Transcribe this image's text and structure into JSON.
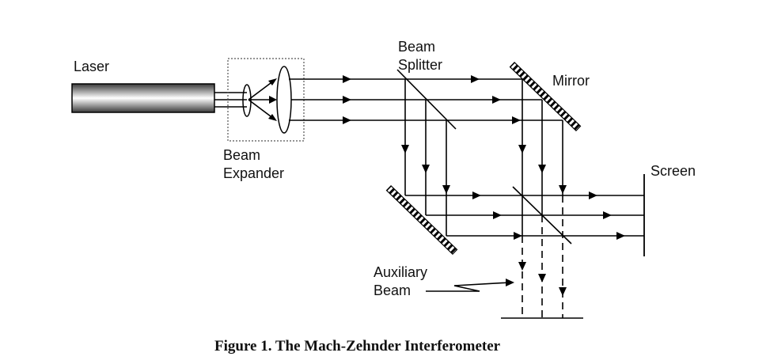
{
  "figure": {
    "caption": "Figure 1.  The Mach-Zehnder Interferometer",
    "labels": {
      "laser": "Laser",
      "beam_expander_line1": "Beam",
      "beam_expander_line2": "Expander",
      "beam_splitter_line1": "Beam",
      "beam_splitter_line2": "Splitter",
      "mirror": "Mirror",
      "screen": "Screen",
      "auxiliary_line1": "Auxiliary",
      "auxiliary_line2": "Beam"
    },
    "components": [
      "laser",
      "beam-expander",
      "beam-splitter",
      "mirror",
      "mirror",
      "beam-splitter",
      "screen",
      "auxiliary-screen"
    ],
    "beam_count": 3,
    "colors": {
      "ink": "#000000",
      "laser_body_dark": "#3a3a3a",
      "laser_body_light": "#ffffff"
    }
  }
}
